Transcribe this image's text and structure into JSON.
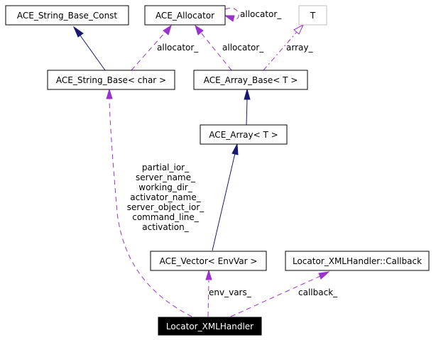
{
  "nodes": {
    "ace_string_base_const": "ACE_String_Base_Const",
    "ace_allocator": "ACE_Allocator",
    "t_param": "T",
    "ace_string_base_char": "ACE_String_Base< char >",
    "ace_array_base_t": "ACE_Array_Base< T >",
    "ace_array_t": "ACE_Array< T >",
    "ace_vector_envvar": "ACE_Vector< EnvVar >",
    "locator_callback": "Locator_XMLHandler::Callback",
    "locator_xmlhandler": "Locator_XMLHandler"
  },
  "edge_labels": {
    "allocator_self": "allocator_",
    "allocator_to_string_base": "allocator_",
    "allocator_to_array_base": "allocator_",
    "t_to_array_base": "array_",
    "string_members": [
      "partial_ior_",
      "server_name_",
      "working_dir_",
      "activator_name_",
      "server_object_ior_",
      "command_line_",
      "activation_"
    ],
    "env_vars": "env_vars_",
    "callback": "callback_"
  },
  "colors": {
    "inheritance": "#191970",
    "usage": "#9a32cd",
    "template_param_border": "#bfbfbf",
    "focus_fill": "#000000"
  }
}
